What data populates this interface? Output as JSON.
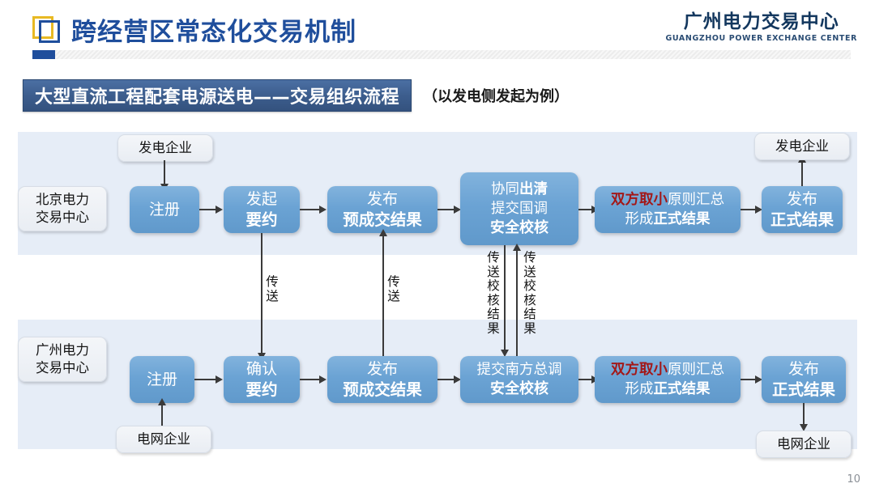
{
  "header": {
    "title": "跨经营区常态化交易机制",
    "brand_cn": "广州电力交易中心",
    "brand_en": "GUANGZHOU POWER EXCHANGE CENTER",
    "logo_icon": "double-square-icon",
    "accent_blue": "#1F4E9C",
    "accent_gold": "#E8B923"
  },
  "section": {
    "title": "大型直流工程配套电源送电——交易组织流程",
    "note": "（以发电侧发起为例）"
  },
  "diagram": {
    "actors": {
      "beijing": "北京电力\n交易中心",
      "beijing_l1": "北京电力",
      "beijing_l2": "交易中心",
      "guangzhou_l1": "广州电力",
      "guangzhou_l2": "交易中心",
      "gen_top_left": "发电企业",
      "gen_top_right": "发电企业",
      "grid_bottom_left": "电网企业",
      "grid_bottom_right": "电网企业"
    },
    "top_row": [
      {
        "id": "bj-register",
        "lines": [
          "注册"
        ]
      },
      {
        "id": "bj-initiate",
        "lines": [
          "发起",
          "要约"
        ]
      },
      {
        "id": "bj-publish-pre",
        "lines": [
          "发布",
          "预成交结果"
        ]
      },
      {
        "id": "bj-clearing",
        "lines": [
          "协同出清",
          "提交国调",
          "安全校核"
        ]
      },
      {
        "id": "bj-aggregate",
        "lines": [
          "双方取小原则汇总",
          "形成正式结果"
        ]
      },
      {
        "id": "bj-publish-final",
        "lines": [
          "发布",
          "正式结果"
        ]
      }
    ],
    "bottom_row": [
      {
        "id": "gz-register",
        "lines": [
          "注册"
        ]
      },
      {
        "id": "gz-confirm",
        "lines": [
          "确认",
          "要约"
        ]
      },
      {
        "id": "gz-publish-pre",
        "lines": [
          "发布",
          "预成交结果"
        ]
      },
      {
        "id": "gz-submit-south",
        "lines": [
          "提交南方总调",
          "安全校核"
        ]
      },
      {
        "id": "gz-aggregate",
        "lines": [
          "双方取小原则汇总",
          "形成正式结果"
        ]
      },
      {
        "id": "gz-publish-final",
        "lines": [
          "发布",
          "正式结果"
        ]
      }
    ],
    "box_text": {
      "register": "注册",
      "initiate_l1": "发起",
      "initiate_l2": "要约",
      "confirm_l1": "确认",
      "confirm_l2": "要约",
      "publish_pre_l1": "发布",
      "publish_pre_l2": "预成交结果",
      "clearing_l1a": "协同",
      "clearing_l1b": "出清",
      "clearing_l2": "提交国调",
      "clearing_l3": "安全校核",
      "submit_south_l1": "提交南方总调",
      "submit_south_l2": "安全校核",
      "agg_red": "双方取小",
      "agg_rest": "原则汇总",
      "agg_l2a": "形成",
      "agg_l2b": "正式结果",
      "publish_final_l1": "发布",
      "publish_final_l2": "正式结果"
    },
    "connector_labels": {
      "transmit_1": "传送",
      "transmit_2": "传送",
      "verify_down": "传送校核结果",
      "verify_up": "传送校核结果"
    },
    "colors": {
      "band": "#e6edf7",
      "box_blue": "#6ba3d4",
      "highlight_red": "#A31818",
      "connector": "#3a3a3a"
    }
  },
  "page_number": "10"
}
